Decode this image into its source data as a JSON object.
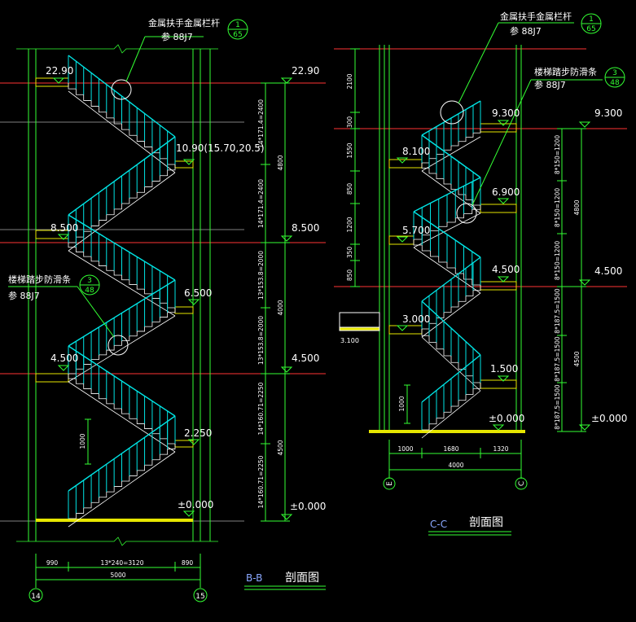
{
  "colors": {
    "background": "#000000",
    "wall": "#33ff33",
    "stair": "#00e5e5",
    "level_line": "#ff3333",
    "text": "#ffffff",
    "dimension": "#33ff33",
    "hatch": "#e6e600",
    "grid_bubble": "#33ff33"
  },
  "section_bb": {
    "title": "B-B",
    "title_suffix": "剖面图",
    "levels": {
      "l2290": "22.90",
      "l1090": "10.90(15.70,20.5)",
      "l850": "8.500",
      "l650": "6.500",
      "l450": "4.500",
      "l225": "2.250",
      "l000": "±0.000"
    },
    "right_levels": {
      "l2290": "22.90",
      "l850": "8.500",
      "l450": "4.500",
      "l000": "±0.000"
    },
    "callout_railing": {
      "text": "金属扶手金属栏杆",
      "ref": "参 88J7",
      "num": "1",
      "sheet": "65"
    },
    "callout_nosing": {
      "text": "楼梯踏步防滑条",
      "ref": "参 88J7",
      "num": "3",
      "sheet": "48"
    },
    "vertical_dims": {
      "d1": "14*171.4=2400",
      "d2": "4800",
      "d3": "14*171.4=2400",
      "d4": "13*153.8=2000",
      "d5": "4000",
      "d6": "13*153.8=2000",
      "d7": "14*160.71=2250",
      "d8": "4500",
      "d9": "14*160.71=2250"
    },
    "rail_height": "1000",
    "bottom_dims": {
      "a": "990",
      "b": "13*240=3120",
      "c": "890",
      "total": "5000"
    },
    "grids": {
      "left": "14",
      "right": "15"
    }
  },
  "section_cc": {
    "title": "C-C",
    "title_suffix": "剖面图",
    "levels": {
      "l930": "9.300",
      "l810": "8.100",
      "l690": "6.900",
      "l570": "5.700",
      "l450": "4.500",
      "l300": "3.000",
      "l150": "1.500",
      "l000": "±0.000",
      "l310": "3.100"
    },
    "right_levels": {
      "l930": "9.300",
      "l450": "4.500",
      "l000": "±0.000"
    },
    "callout_railing": {
      "text": "金属扶手金属栏杆",
      "ref": "参 88J7",
      "num": "1",
      "sheet": "65"
    },
    "callout_nosing": {
      "text": "楼梯踏步防滑条",
      "ref": "参 88J7",
      "num": "3",
      "sheet": "48"
    },
    "left_dims": {
      "a": "2100",
      "b": "300",
      "c": "1550",
      "d": "850",
      "e": "1200",
      "f": "350",
      "g": "850"
    },
    "right_dims": {
      "a": "8*150=1200",
      "b": "8*150=1200",
      "c": "8*150=1200",
      "d": "4800",
      "e": "8*187.5=1500",
      "f": "8*187.5=1500",
      "g": "8*187.5=1500",
      "h": "4500"
    },
    "rail_height": "1000",
    "bottom_dims": {
      "a": "1000",
      "b": "1680",
      "c": "1320",
      "total": "4000"
    },
    "grids": {
      "left": "E",
      "right": "C"
    }
  }
}
